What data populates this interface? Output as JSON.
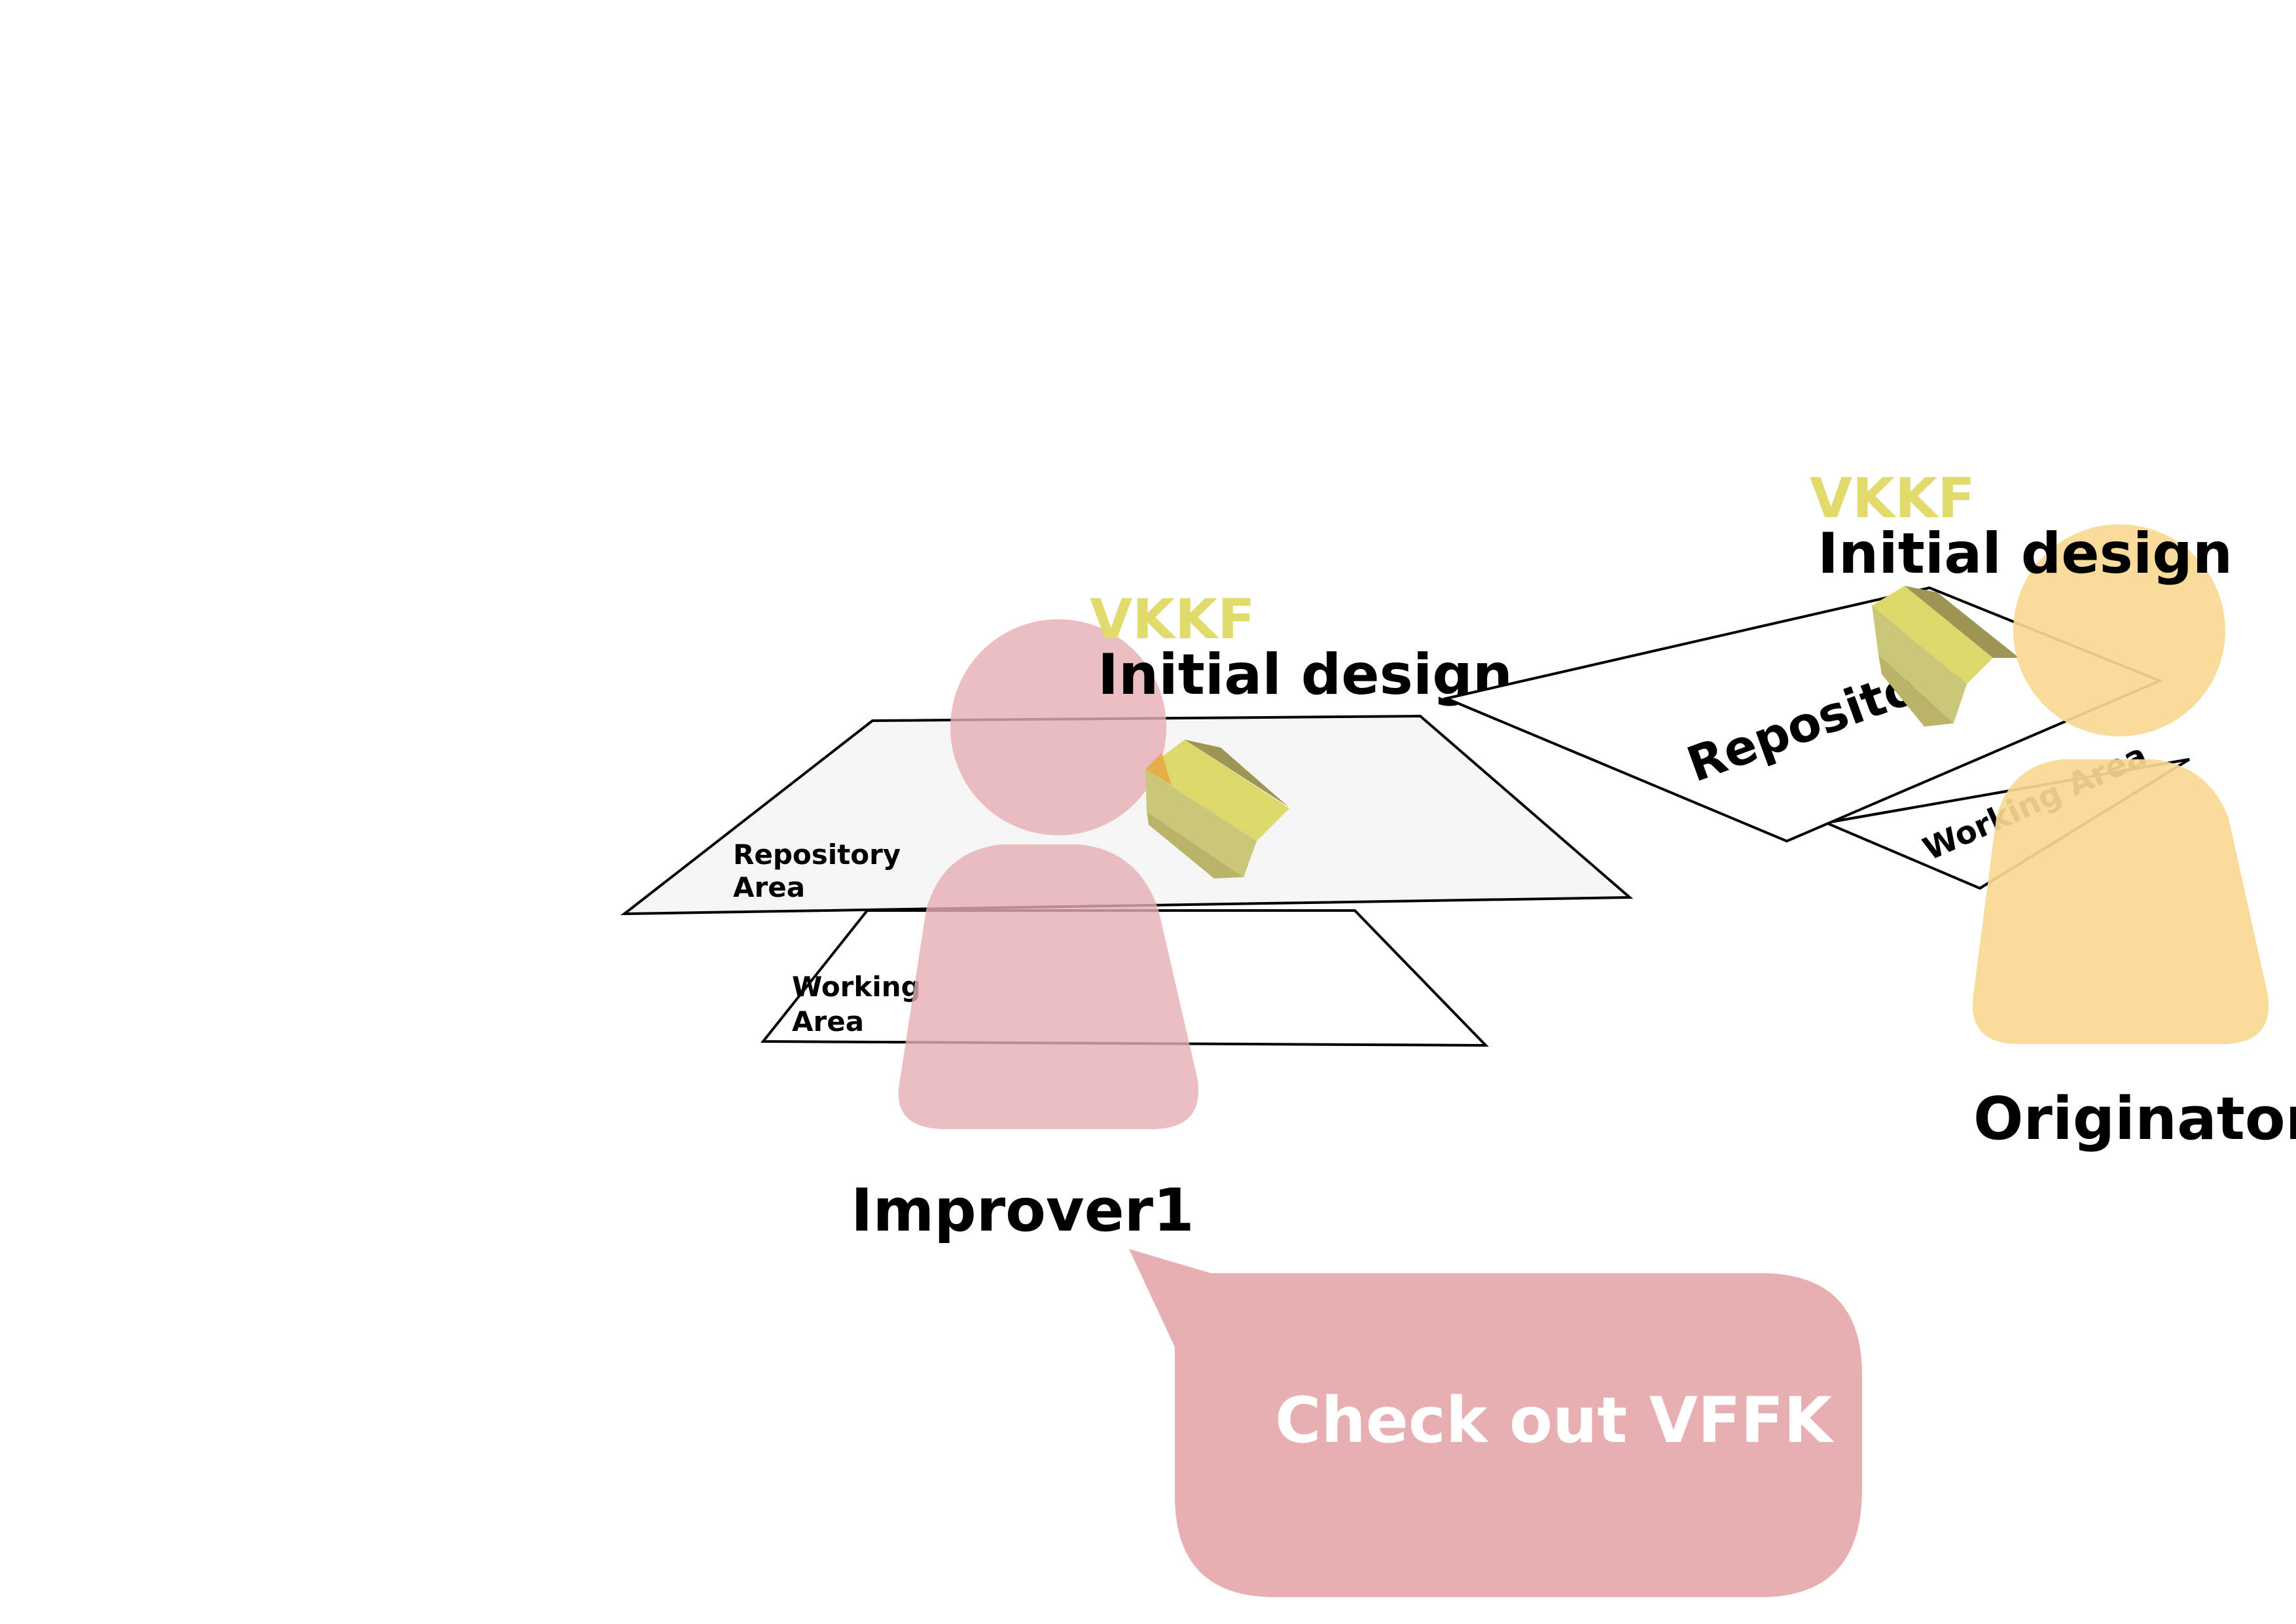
{
  "improver": {
    "name": "Improver1",
    "repository_label": [
      "Repository",
      "Area"
    ],
    "working_label": [
      "Working",
      "Area"
    ],
    "file_code": "VKKF",
    "file_title": "Initial design"
  },
  "originator": {
    "name": "Originator",
    "repository_label": "Repository",
    "working_label": "Working Area",
    "file_code": "VKKF",
    "file_title": "Initial design"
  },
  "speech_bubble": {
    "text": "Check out VFFK"
  },
  "colors": {
    "improver_figure": "#e6aeb3",
    "originator_figure": "#f9d894",
    "file_code": "#e2da6a",
    "bubble": "#e8afb2",
    "repository_plane": "#f4f5f4",
    "package": "#dcd96a"
  },
  "icons": {
    "package": "folded-package-icon",
    "person": "person-icon"
  }
}
